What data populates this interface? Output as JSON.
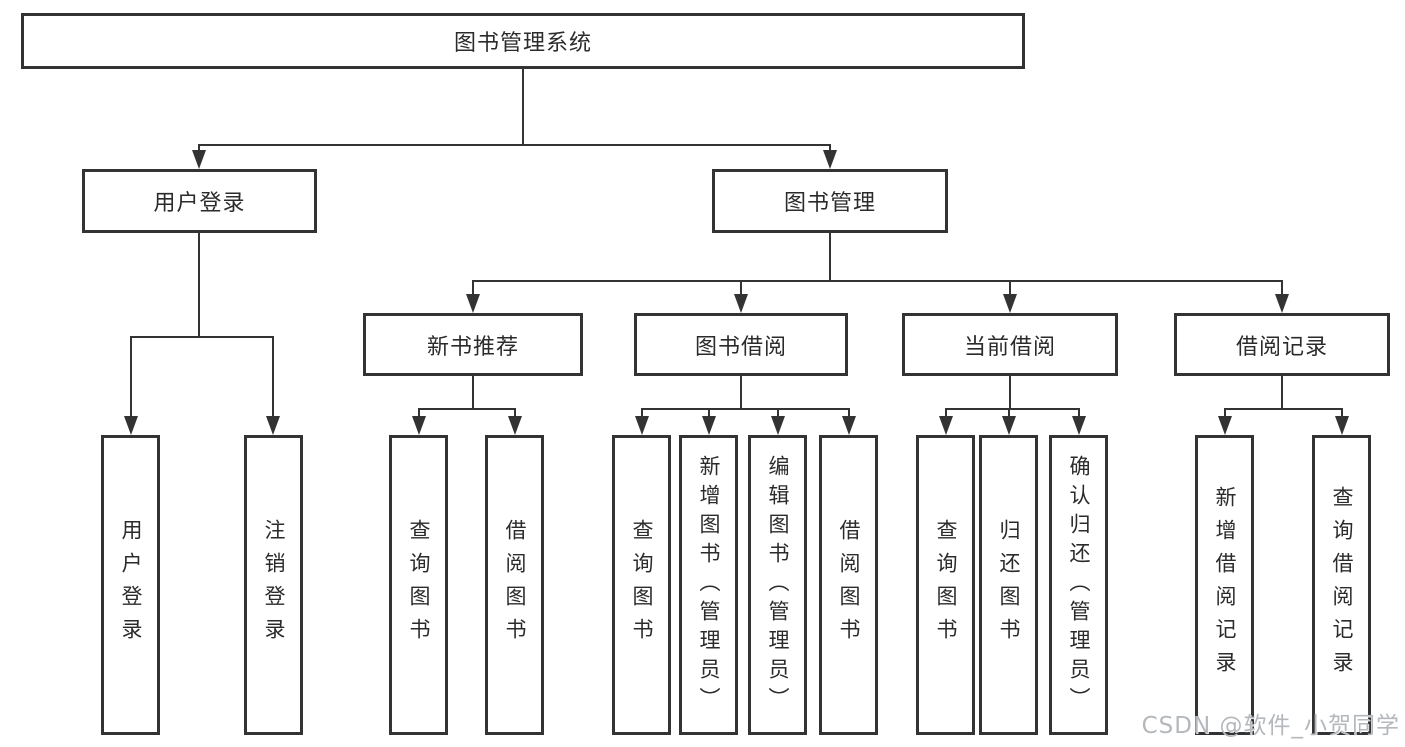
{
  "nodes": {
    "root": {
      "label": "图书管理系统"
    },
    "level2": {
      "user_login": {
        "label": "用户登录"
      },
      "book_management": {
        "label": "图书管理"
      }
    },
    "level3": {
      "new_book_recommend": {
        "label": "新书推荐"
      },
      "book_borrow": {
        "label": "图书借阅"
      },
      "current_borrow": {
        "label": "当前借阅"
      },
      "borrow_records": {
        "label": "借阅记录"
      }
    },
    "leaves": {
      "user_login": {
        "label": "用户登录"
      },
      "logout": {
        "label": "注销登录"
      },
      "nb_query_books": {
        "label": "查询图书"
      },
      "nb_borrow_books": {
        "label": "借阅图书"
      },
      "bb_query_books": {
        "label": "查询图书"
      },
      "bb_add_books_admin": {
        "label": "新增图书（管理员）"
      },
      "bb_edit_books_admin": {
        "label": "编辑图书（管理员）"
      },
      "bb_borrow_books": {
        "label": "借阅图书"
      },
      "cb_query_books": {
        "label": "查询图书"
      },
      "cb_return_books": {
        "label": "归还图书"
      },
      "cb_confirm_return_admin": {
        "label": "确认归还（管理员）"
      },
      "br_add_record": {
        "label": "新增借阅记录"
      },
      "br_query_record": {
        "label": "查询借阅记录"
      }
    }
  },
  "watermark": {
    "text": "CSDN @软件_小贺同学"
  },
  "colors": {
    "line": "#333333",
    "text": "#2b2b2b",
    "box_background": "#ffffff",
    "page_background": "#ffffff",
    "watermark": "#b4b8bc"
  }
}
